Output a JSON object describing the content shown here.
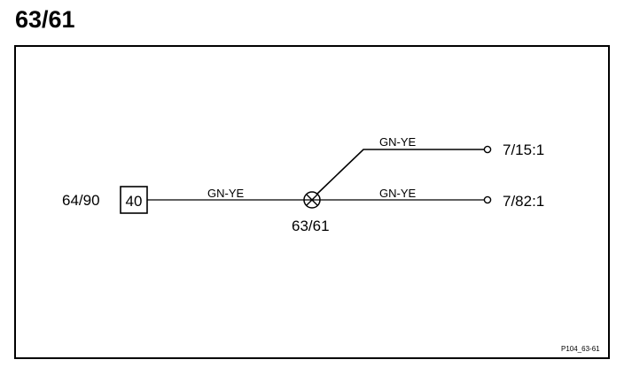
{
  "header": {
    "title": "63/61"
  },
  "diagram": {
    "source_connector": {
      "label": "64/90",
      "pin": "40"
    },
    "splice": {
      "label": "63/61"
    },
    "wires": [
      {
        "from": "40",
        "to": "63/61",
        "color": "GN-YE"
      },
      {
        "from": "63/61",
        "to": "7/15:1",
        "color": "GN-YE"
      },
      {
        "from": "63/61",
        "to": "7/82:1",
        "color": "GN-YE"
      }
    ],
    "terminals": [
      {
        "label": "7/15:1"
      },
      {
        "label": "7/82:1"
      }
    ],
    "reference_code": "P104_63-61",
    "line_color": "#000000",
    "background_color": "#ffffff"
  }
}
